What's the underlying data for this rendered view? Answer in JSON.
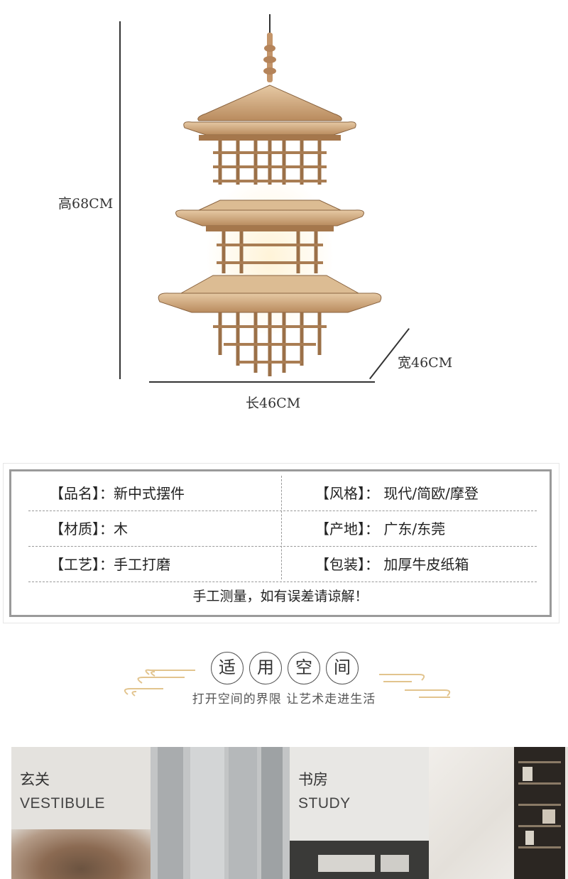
{
  "dimensions": {
    "height": "高68CM",
    "width": "宽46CM",
    "length": "长46CM"
  },
  "spec": {
    "rows": [
      {
        "left": "【品名】：新中式摆件",
        "right": "【风格】： 现代/简欧/摩登"
      },
      {
        "left": "【材质】：木",
        "right": "【产地】： 广东/东莞"
      },
      {
        "left": "【工艺】：手工打磨",
        "right": "【包装】： 加厚牛皮纸箱"
      }
    ],
    "note": "手工测量，如有误差请谅解！"
  },
  "space": {
    "chars": [
      "适",
      "用",
      "空",
      "间"
    ],
    "subtitle": "打开空间的界限 让艺术走进生活"
  },
  "rooms": [
    {
      "title": "玄关",
      "en": "VESTIBULE"
    },
    {
      "title": "书房",
      "en": "STUDY"
    }
  ],
  "colors": {
    "wood": "#c9a27a",
    "wood_dark": "#8a6440",
    "gold_accent": "#e2c48e",
    "border_gray": "#9a9a9a"
  }
}
